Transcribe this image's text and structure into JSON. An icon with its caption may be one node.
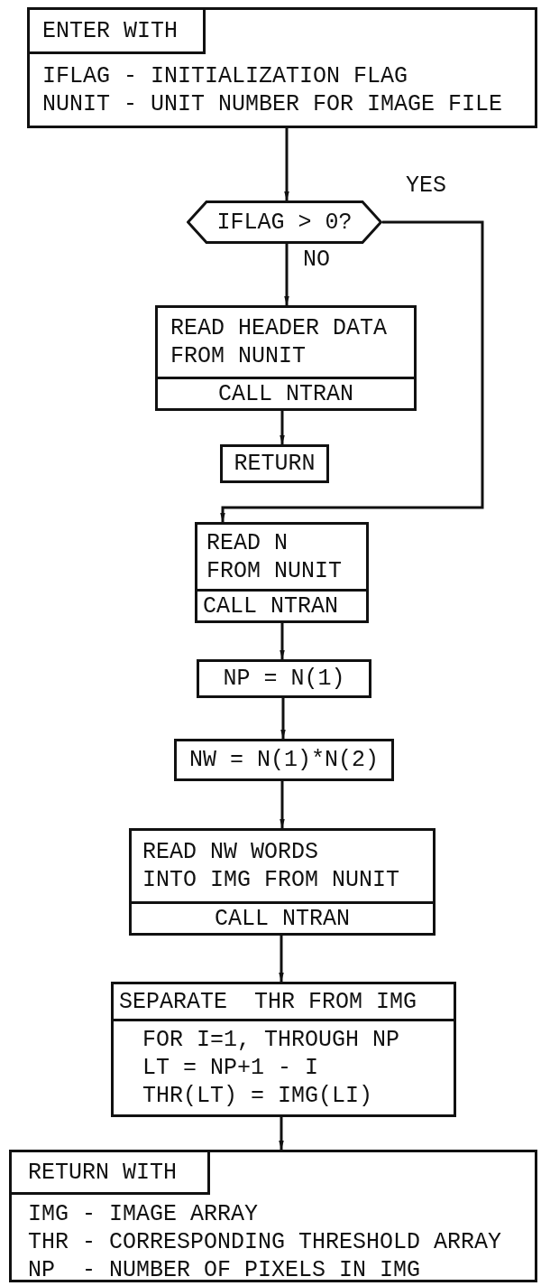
{
  "diagram": {
    "nodes": [
      {
        "text": [
          "ENTER WITH",
          "IFLAG - INITIALIZATION FLAG",
          "NUNIT - UNIT NUMBER FOR IMAGE FILE"
        ]
      },
      {
        "text": [
          "IFLAG > 0?"
        ]
      },
      {
        "text": [
          "READ HEADER DATA",
          "FROM NUNIT",
          "CALL NTRAN"
        ]
      },
      {
        "text": [
          "RETURN"
        ]
      },
      {
        "text": [
          "READ N",
          "FROM NUNIT",
          "CALL NTRAN"
        ]
      },
      {
        "text": [
          "NP = N(1)"
        ]
      },
      {
        "text": [
          "NW = N(1)*N(2)"
        ]
      },
      {
        "text": [
          "READ NW WORDS",
          "INTO IMG FROM NUNIT",
          "CALL NTRAN"
        ]
      },
      {
        "text": [
          "SEPARATE  THR FROM IMG",
          "FOR I=1, THROUGH NP",
          "LT = NP+1 - I",
          "THR(LT) = IMG(LI)"
        ]
      },
      {
        "text": [
          "RETURN WITH",
          "IMG - IMAGE ARRAY",
          "THR - CORRESPONDING THRESHOLD ARRAY",
          "NP  - NUMBER OF PIXELS IN IMG"
        ]
      }
    ],
    "edges": [
      {
        "from": 0,
        "to": 1,
        "arrow": "to"
      },
      {
        "from": 1,
        "to": 2,
        "arrow": "to",
        "label": "NO"
      },
      {
        "from": 2,
        "to": 3,
        "arrow": "to"
      },
      {
        "from": 1,
        "to": 4,
        "arrow": "to",
        "label": "YES"
      },
      {
        "from": 4,
        "to": 5,
        "arrow": "to"
      },
      {
        "from": 5,
        "to": 6,
        "arrow": "to"
      },
      {
        "from": 6,
        "to": 7,
        "arrow": "to"
      },
      {
        "from": 7,
        "to": 8,
        "arrow": "to"
      },
      {
        "from": 8,
        "to": 9,
        "arrow": "to"
      }
    ]
  }
}
